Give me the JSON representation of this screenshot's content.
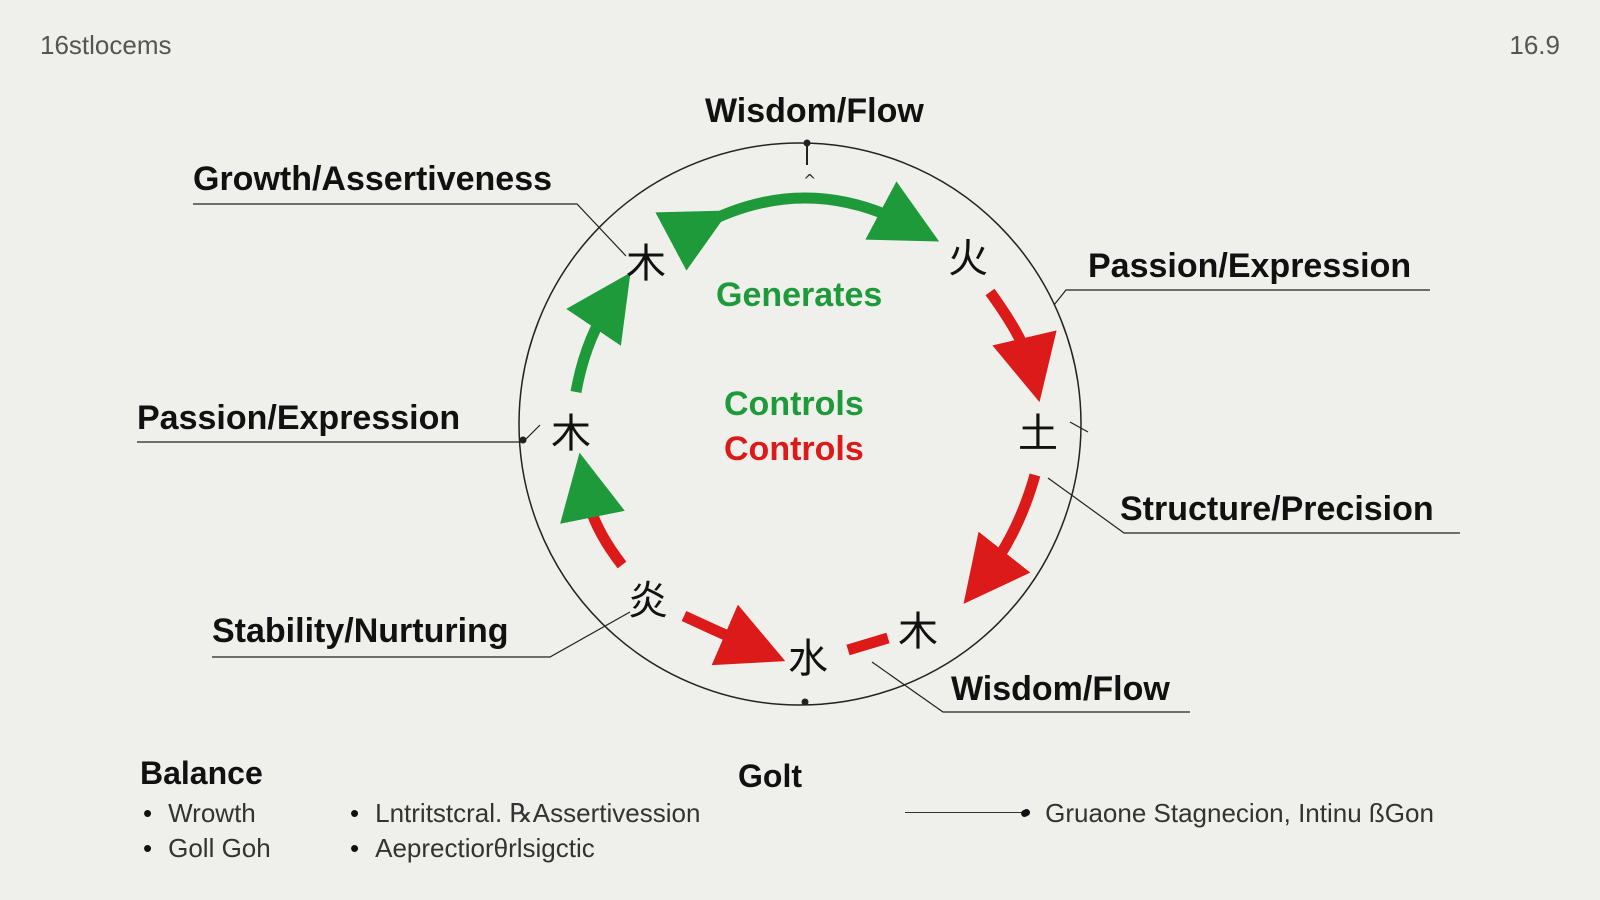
{
  "header": {
    "left_text": "16stlocems",
    "right_text": "16.9"
  },
  "labels": {
    "top": "Wisdom/Flow",
    "upper_left": "Growth/Assertiveness",
    "upper_right": "Passion/Expression",
    "mid_left": "Passion/Expression",
    "mid_right": "Structure/Precision",
    "lower_left": "Stability/Nurturing",
    "lower_right": "Wisdom/Flow"
  },
  "center": {
    "generates": "Generates",
    "controls_green": "Controls",
    "controls_red": "Controls"
  },
  "elements": {
    "upper_left": "木",
    "upper_right": "火",
    "right": "土",
    "left": "木",
    "lower_left": "炎",
    "bottom": "水",
    "lower_right": "木"
  },
  "colors": {
    "generate": "#1f9a3a",
    "control": "#dc1a1a",
    "background": "#efefeb"
  },
  "footer": {
    "balance_title": "Balance",
    "balance_items": [
      "Wrowth",
      "Goll Goh"
    ],
    "middle_items": [
      "Lntritstcral. ℞Assertivession",
      "Aeprectiorθrlsigctic"
    ],
    "golt_title": "Golt",
    "right_note": "Gruaone Stagnecion, Intinu ßGon"
  }
}
